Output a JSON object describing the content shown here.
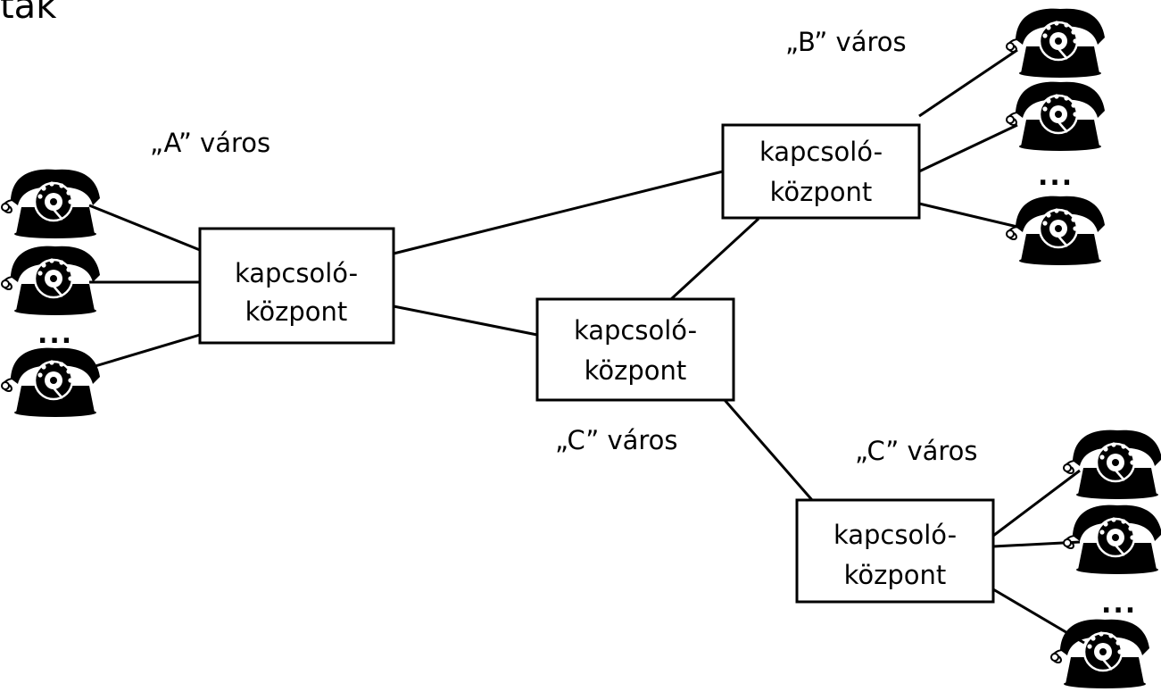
{
  "title": "tak",
  "colors": {
    "line": "#000000",
    "box_fill": "#ffffff",
    "phone": "#000000"
  },
  "icon": "telephone-icon",
  "cities": {
    "a": "„A” város",
    "b": "„B” város",
    "c_center": "„C” város",
    "c_bottom": "„C” város"
  },
  "switch_label": {
    "line1": "kapcsoló-",
    "line2": "központ"
  },
  "ellipsis": "..."
}
